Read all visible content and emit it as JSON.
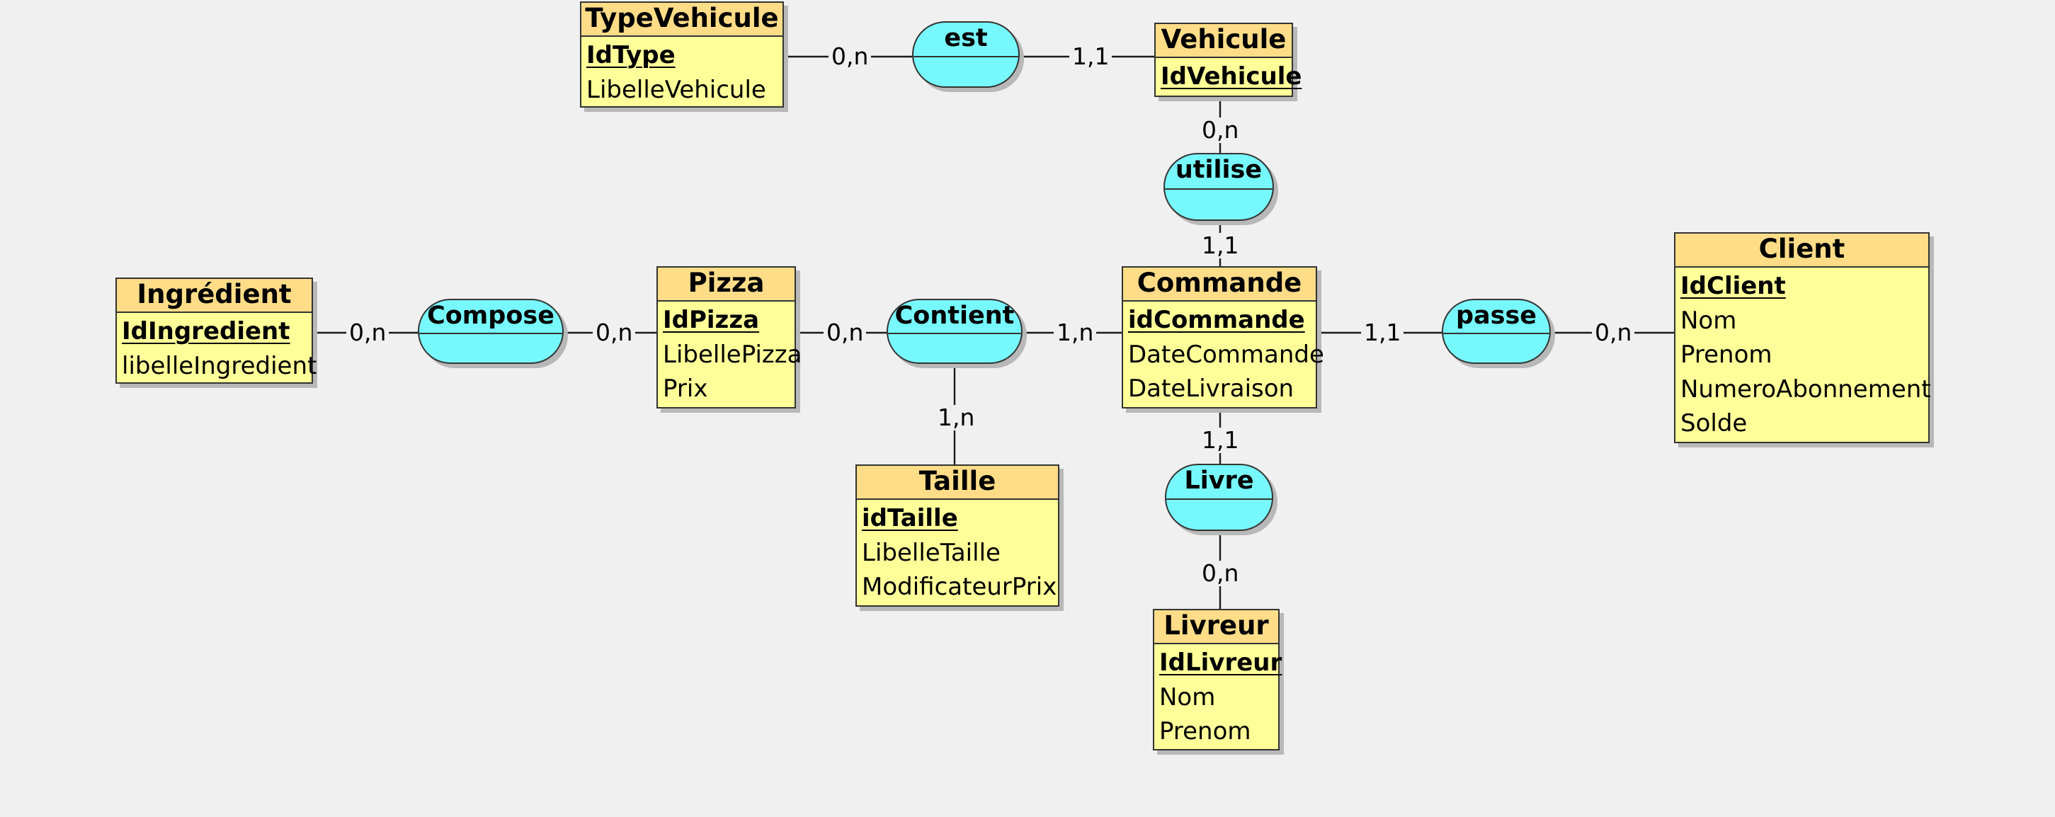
{
  "entities": {
    "typevehicule": {
      "name": "TypeVehicule",
      "id": "IdType",
      "attrs": [
        "LibelleVehicule"
      ]
    },
    "vehicule": {
      "name": "Vehicule",
      "id": "IdVehicule",
      "attrs": []
    },
    "ingredient": {
      "name": "Ingrédient",
      "id": "IdIngredient",
      "attrs": [
        "libelleIngredient"
      ]
    },
    "pizza": {
      "name": "Pizza",
      "id": "IdPizza",
      "attrs": [
        "LibellePizza",
        "Prix"
      ]
    },
    "commande": {
      "name": "Commande",
      "id": "idCommande",
      "attrs": [
        "DateCommande",
        "DateLivraison"
      ]
    },
    "client": {
      "name": "Client",
      "id": "IdClient",
      "attrs": [
        "Nom",
        "Prenom",
        "NumeroAbonnement",
        "Solde"
      ]
    },
    "taille": {
      "name": "Taille",
      "id": "idTaille",
      "attrs": [
        "LibelleTaille",
        "ModificateurPrix"
      ]
    },
    "livreur": {
      "name": "Livreur",
      "id": "IdLivreur",
      "attrs": [
        "Nom",
        "Prenom"
      ]
    }
  },
  "associations": {
    "est": "est",
    "utilise": "utilise",
    "compose": "Compose",
    "contient": "Contient",
    "passe": "passe",
    "livre": "Livre"
  },
  "cardinalities": {
    "typevehicule_est": "0,n",
    "est_vehicule": "1,1",
    "vehicule_utilise": "0,n",
    "utilise_commande": "1,1",
    "ingredient_compose": "0,n",
    "compose_pizza": "0,n",
    "pizza_contient": "0,n",
    "contient_commande": "1,n",
    "contient_taille": "1,n",
    "commande_passe": "1,1",
    "passe_client": "0,n",
    "commande_livre": "1,1",
    "livre_livreur": "0,n"
  },
  "colors": {
    "entity_header": "#ffdd88",
    "entity_body": "#ffff99",
    "association": "#77f8fc",
    "background": "#f0f0f0"
  }
}
